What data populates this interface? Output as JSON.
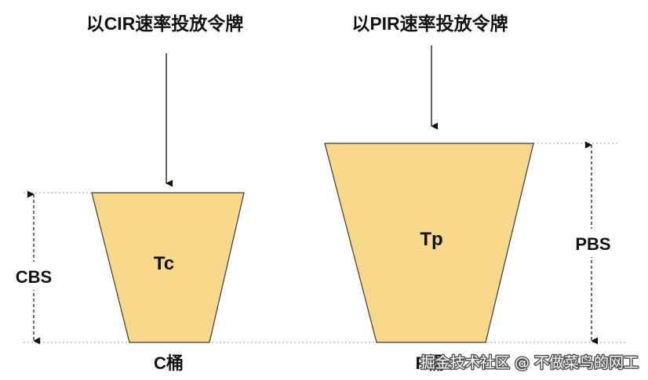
{
  "diagram": {
    "cir_label": "以CIR速率投放令牌",
    "pir_label": "以PIR速率投放令牌",
    "tc_label": "Tc",
    "tp_label": "Tp",
    "cbs_label": "CBS",
    "pbs_label": "PBS",
    "c_bucket_label": "C桶",
    "p_bucket_label": "P桶"
  },
  "watermark": {
    "text": "掘金技术社区 @ 不做菜鸟的网工"
  },
  "colors": {
    "bucket_fill": "#f8d98b",
    "bucket_stroke": "#3a3a3a",
    "text": "#111111",
    "guide_line": "#9a9a9a"
  }
}
